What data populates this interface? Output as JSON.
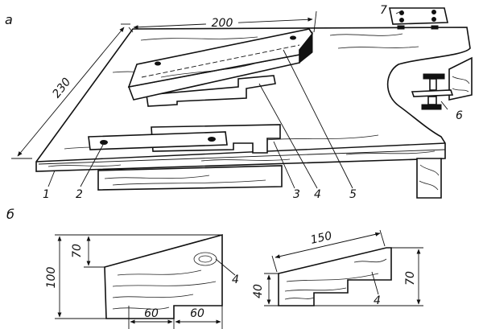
{
  "panel_labels": {
    "top": "а",
    "bottom": "б"
  },
  "dimensions_top": {
    "board_width": "200",
    "board_depth": "230"
  },
  "part_numbers": [
    "1",
    "2",
    "3",
    "4",
    "5",
    "6",
    "7"
  ],
  "dimensions_bottom_left": {
    "height_total": "100",
    "height_top": "70",
    "step_1": "60",
    "step_2": "60",
    "callout": "4"
  },
  "dimensions_bottom_right": {
    "length": "150",
    "height_right": "70",
    "height_left": "40",
    "callout": "4"
  }
}
